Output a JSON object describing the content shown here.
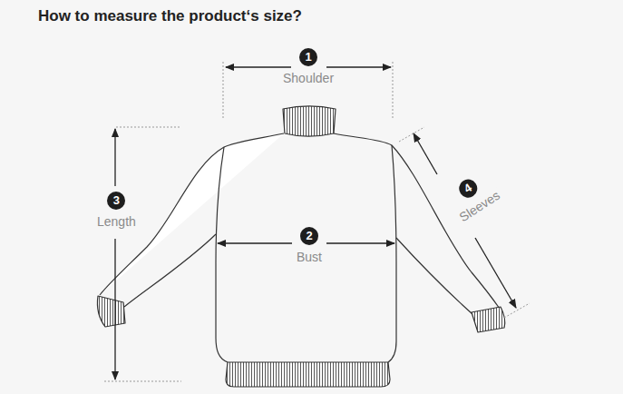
{
  "diagram": {
    "title": "How to measure the product‘s size?",
    "nodes": [
      {
        "text": [
          "1",
          "Shoulder"
        ]
      },
      {
        "text": [
          "2",
          "Bust"
        ]
      },
      {
        "text": [
          "3",
          "Length"
        ]
      },
      {
        "text": [
          "4",
          "Sleeves"
        ]
      }
    ]
  }
}
